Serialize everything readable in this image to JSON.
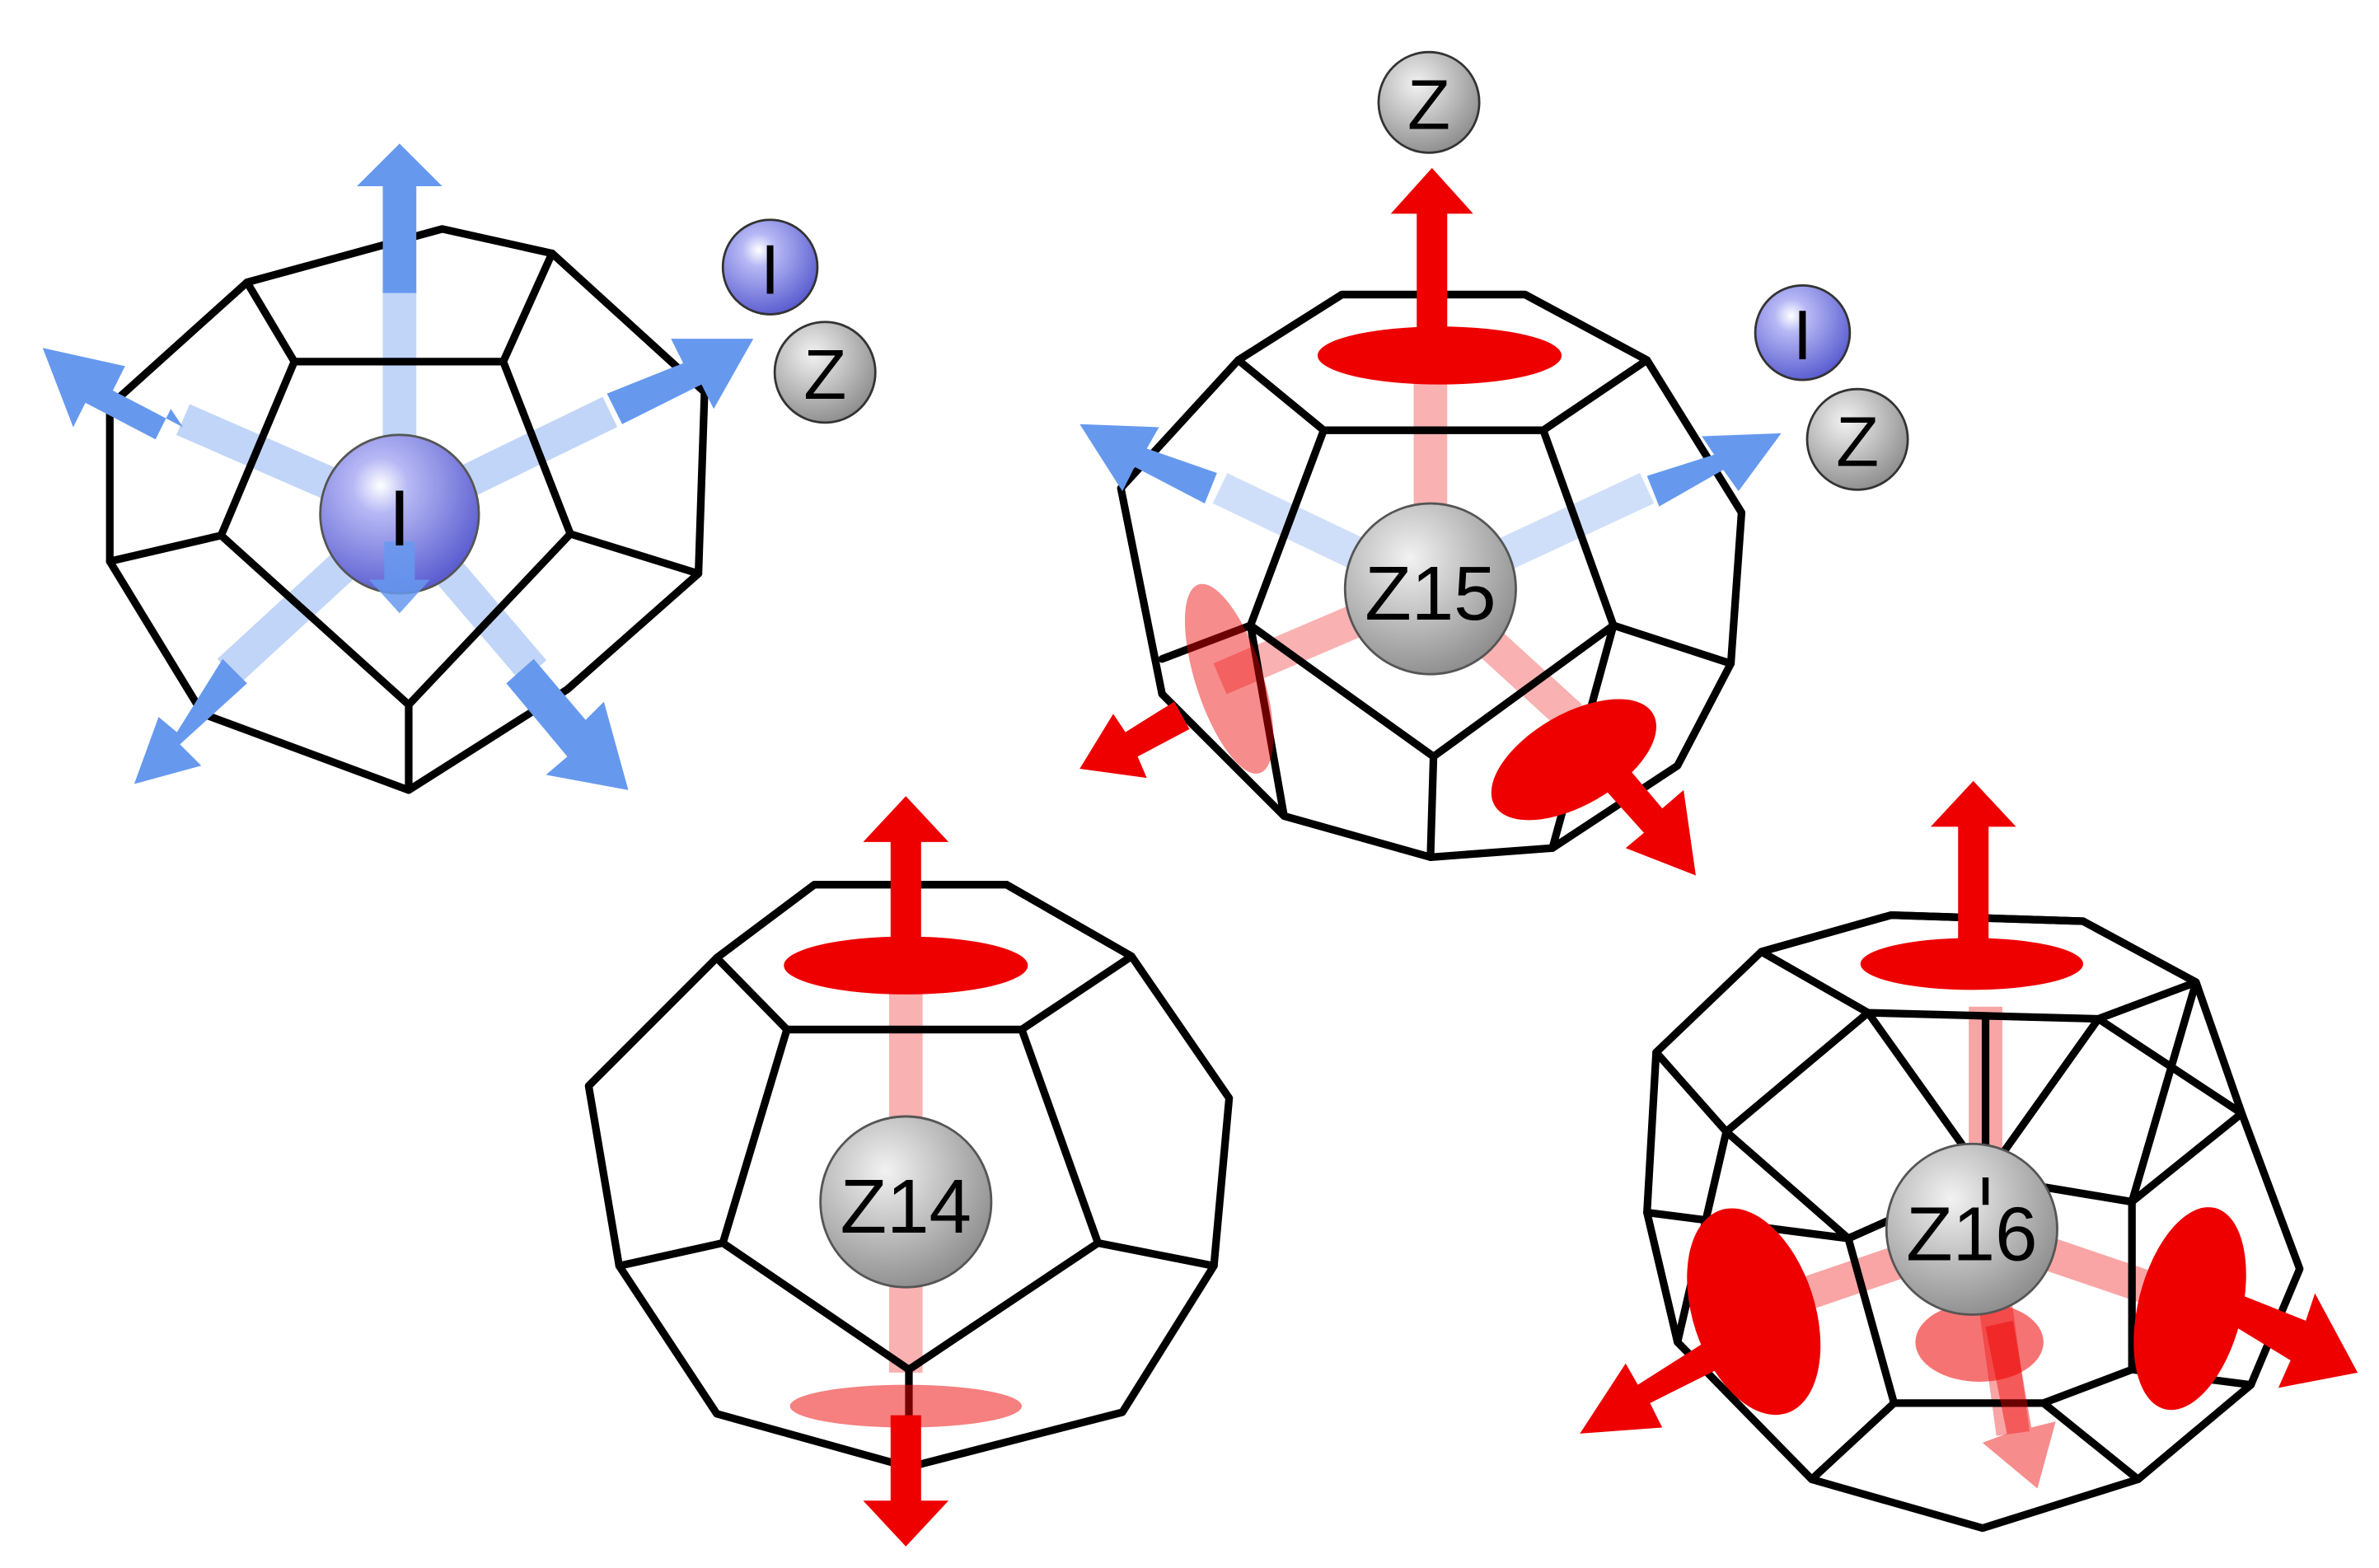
{
  "colors": {
    "fivefold_axis": "#6699ee",
    "sixfold_axis": "#ee0000",
    "icosahedral_atom": "#7b7de6",
    "zatom": "#a8a8a8",
    "edge": "#000000"
  },
  "panels": [
    {
      "id": "icosahedron",
      "center_label": "I",
      "legend": [
        "I",
        "Z"
      ]
    },
    {
      "id": "z15",
      "center_label": "Z15",
      "legend": [
        "Z",
        "I",
        "Z"
      ]
    },
    {
      "id": "z14",
      "center_label": "Z14"
    },
    {
      "id": "z16",
      "center_label": "Z16"
    }
  ]
}
